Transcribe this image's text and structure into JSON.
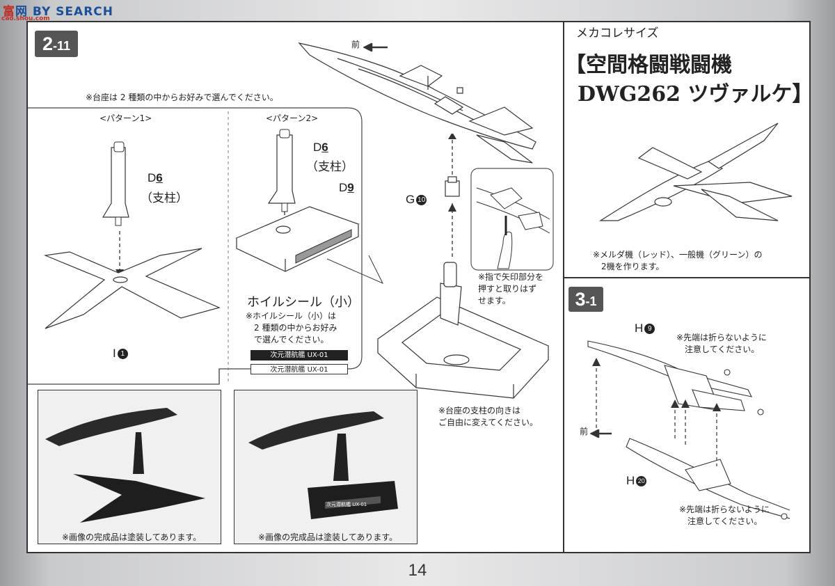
{
  "watermark": {
    "logo_a": "富",
    "logo_b": "网",
    "logo_text": "BY SEARCH",
    "sub": "cao.shou.com"
  },
  "page_number": "14",
  "step_2_11": {
    "number": "2",
    "sub": "-11",
    "note_top": "※台座は 2 種類の中からお好みで選んでください。",
    "front": "前",
    "pattern1": {
      "title": "<パターン1>",
      "part": "D",
      "part_num": "6",
      "part_name": "（支柱）",
      "base_label": "I",
      "base_num": "1"
    },
    "pattern2": {
      "title": "<パターン2>",
      "part": "D",
      "part_num": "6",
      "part_name": "（支柱）",
      "base_label": "D",
      "base_num": "9"
    },
    "g_label": "G",
    "g_num": "10",
    "foil_label": "ホイルシール（小）",
    "foil_note": [
      "※ホイルシール（小）は",
      "2 種類の中からお好み",
      "で選んでください。"
    ],
    "sticker_dark": "次元潜航艦 UX-01",
    "sticker_light": "次元潜航艦 UX-01",
    "press_note": [
      "※指で矢印部分を",
      "押すと取りはず",
      "せます。"
    ],
    "stand_note": [
      "※台座の支柱の向きは",
      "ご自由に変えてください。"
    ],
    "photo_caption": "※画像の完成品は塗装してあります。",
    "photo_caption_2": "※画像の完成品は塗装してあります。",
    "photo_plate": "次元潜航艦 UX-01"
  },
  "title_panel": {
    "subtitle": "メカコレサイズ",
    "title_line1": "【空間格闘戦闘機",
    "title_line2": "DWG262 ツヴァルケ】",
    "note": [
      "※メルダ機（レッド）、一般機（グリーン）の",
      "2機を作ります。"
    ]
  },
  "step_3_1": {
    "number": "3",
    "sub": "-1",
    "h_top": "H",
    "h_top_num": "9",
    "h_bot": "H",
    "h_bot_num": "20",
    "front": "前",
    "note_top": [
      "※先端は折らないように",
      "注意してください。"
    ],
    "note_bottom": [
      "※先端は折らないように",
      "注意してください。"
    ]
  },
  "colors": {
    "step_bg": "#555555",
    "watermark_blue": "#1a4f9a",
    "watermark_red": "#c0302a"
  }
}
